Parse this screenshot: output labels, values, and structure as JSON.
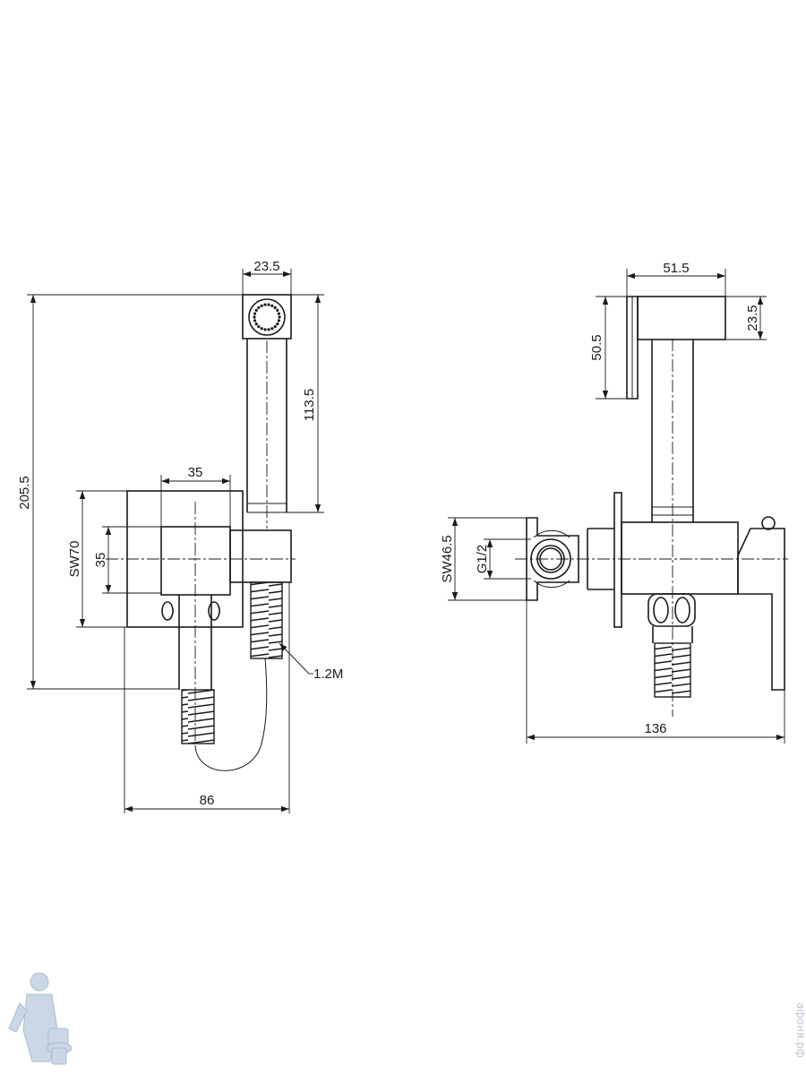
{
  "dimensions": {
    "front_head_width": "23.5",
    "front_total_height": "205.5",
    "front_head_length": "113.5",
    "front_body_width": "35",
    "front_sw": "SW70",
    "front_center_height": "35",
    "front_hose": "1.2M",
    "front_base_width": "86",
    "side_head_length": "51.5",
    "side_head_height": "23.5",
    "side_handle_height": "50.5",
    "side_sw": "SW46.5",
    "side_thread": "G1/2",
    "side_total_length": "136"
  },
  "watermark": {
    "site": "афоня.рф"
  }
}
